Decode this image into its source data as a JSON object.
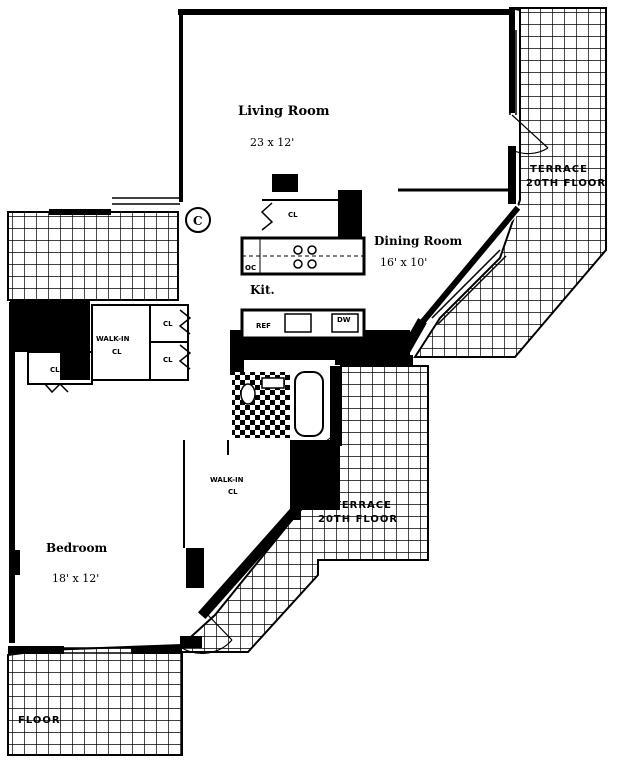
{
  "rooms": {
    "living": {
      "name": "Living Room",
      "size": "23 x 12'"
    },
    "dining": {
      "name": "Dining Room",
      "size": "16' x 10'"
    },
    "kitchen": {
      "name": "Kit."
    },
    "bedroom": {
      "name": "Bedroom",
      "size": "18' x 12'"
    }
  },
  "closets": {
    "cl": "CL",
    "walk_in": "WALK-IN",
    "oc": "OC",
    "ref": "REF",
    "dw": "DW"
  },
  "terraces": {
    "label": "TERRACE",
    "floor": "20TH FLOOR",
    "floor_partial": "FLOOR"
  },
  "marker": {
    "c": "C"
  },
  "colors": {
    "wall": "#000000",
    "background": "#ffffff"
  }
}
